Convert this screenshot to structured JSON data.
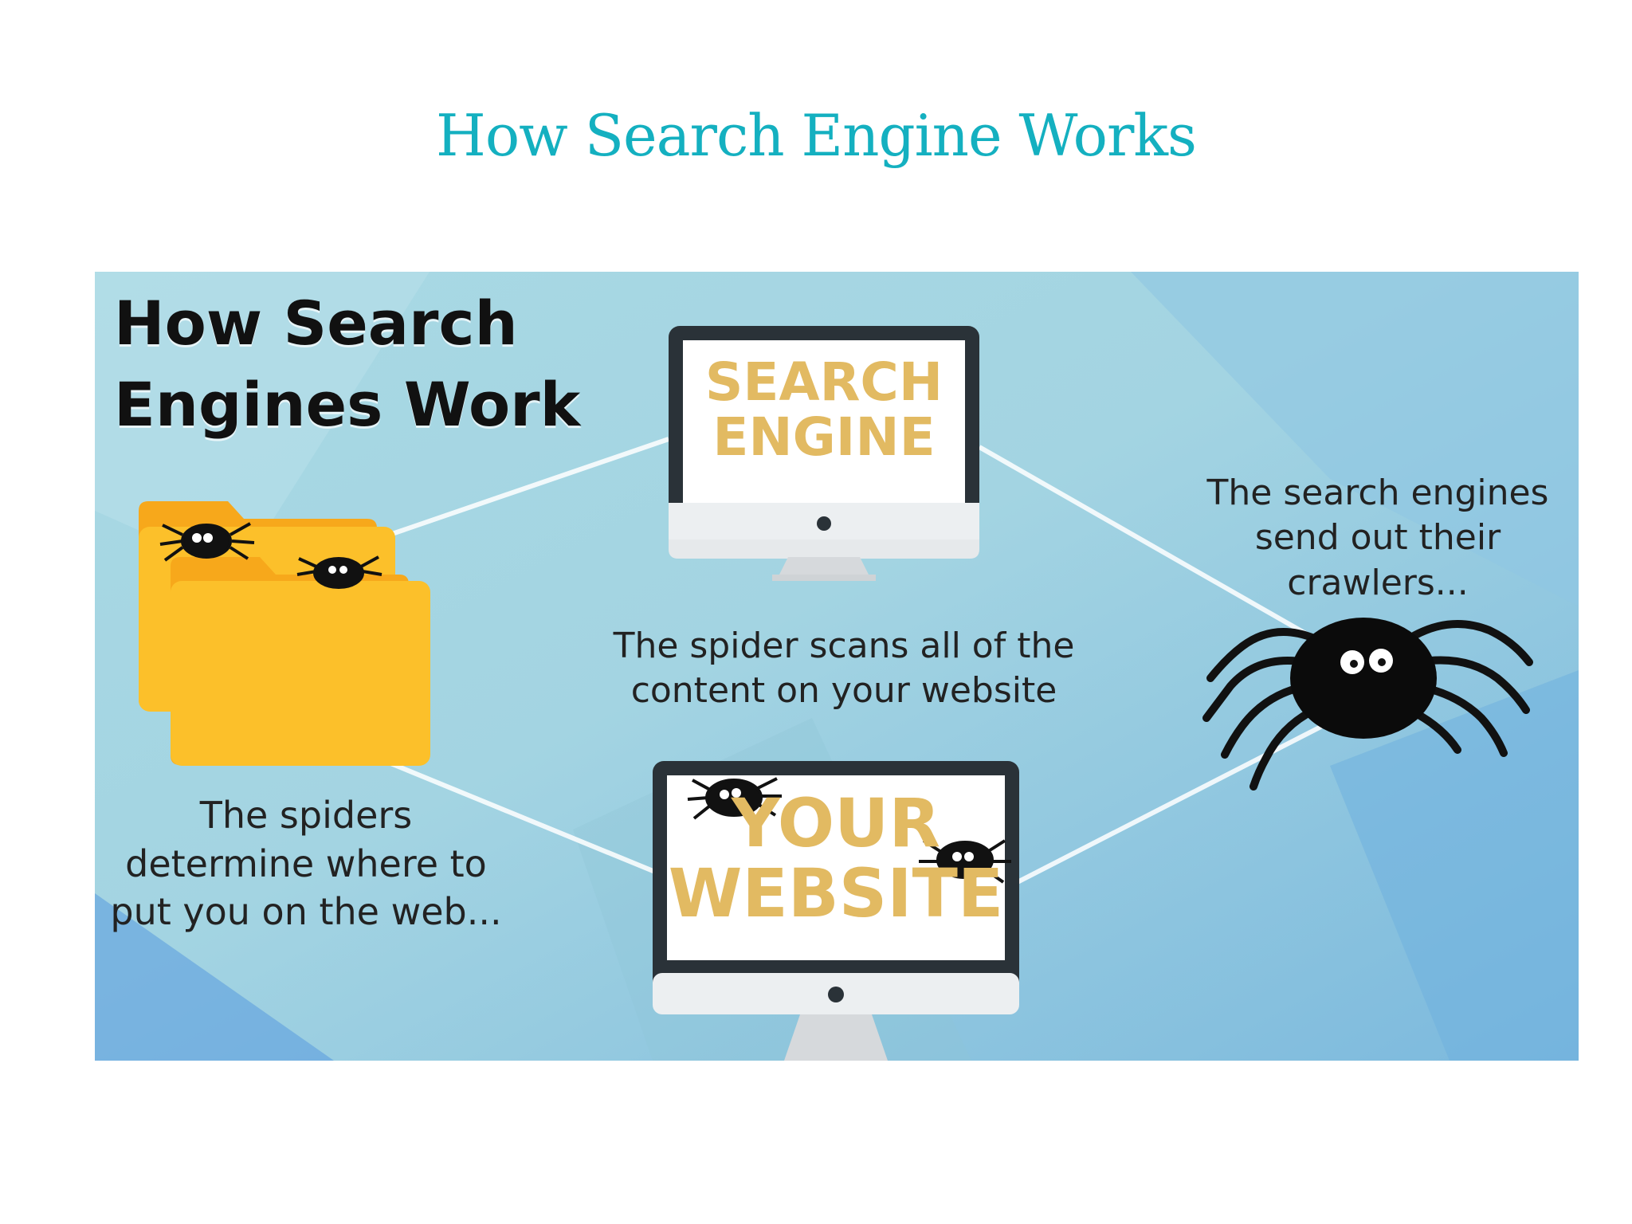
{
  "slide": {
    "title": "How Search Engine Works"
  },
  "infographic": {
    "heading_line1": "How Search",
    "heading_line2": "Engines Work",
    "search_engine_line1": "SEARCH",
    "search_engine_line2": "ENGINE",
    "website_line1": "YOUR",
    "website_line2": "WEBSITE",
    "crawlers_line1": "The search engines",
    "crawlers_line2": "send out their",
    "crawlers_line3": "crawlers...",
    "scan_line1": "The spider scans all of the",
    "scan_line2": "content on your website",
    "determine_line1": "The spiders",
    "determine_line2": "determine where to",
    "determine_line3": "put you on the web..."
  },
  "colors": {
    "title": "#14b0c0",
    "background": "#9fcfe0",
    "folder": "#fcc02a",
    "screen_text": "#e2ba62",
    "monitor_frame": "#2a3238"
  },
  "icons": [
    "folder-icon",
    "spider-icon",
    "monitor-icon"
  ]
}
